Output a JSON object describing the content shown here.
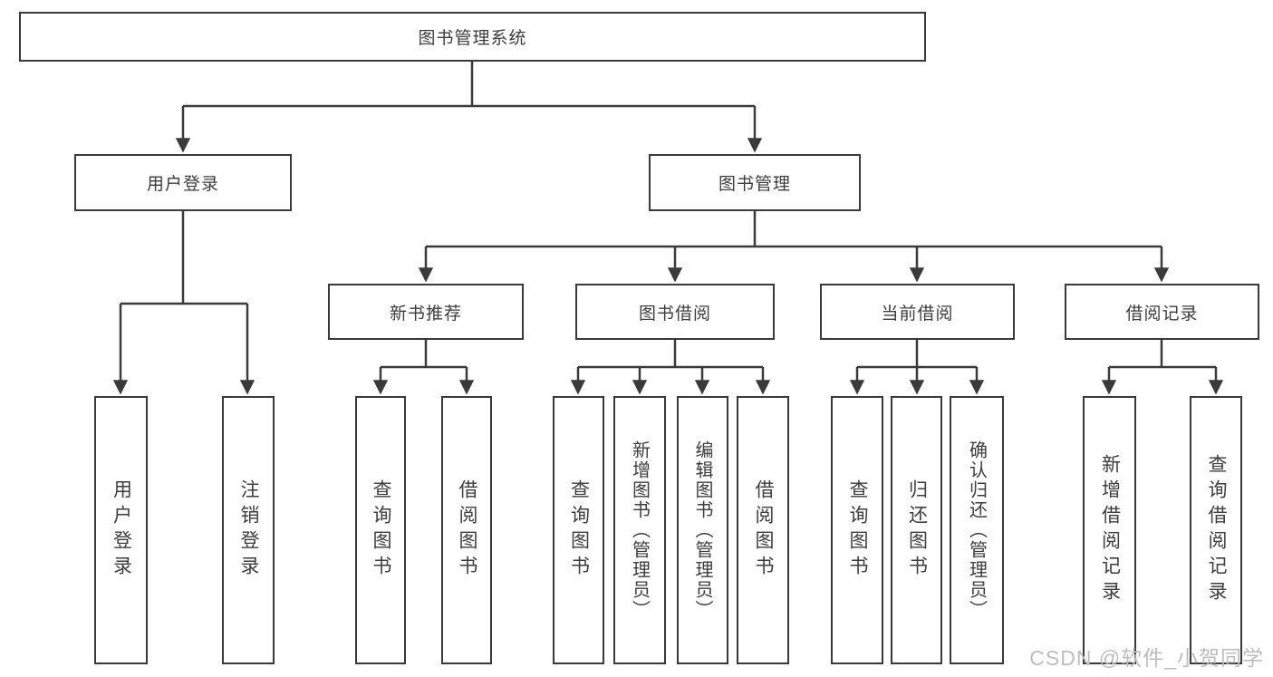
{
  "diagram": {
    "root_label": "图书管理系统",
    "level2": [
      "用户登录",
      "图书管理"
    ],
    "level3": [
      "新书推荐",
      "图书借阅",
      "当前借阅",
      "借阅记录"
    ],
    "leaves_login": [
      "用户登录",
      "注销登录"
    ],
    "leaves_newbook": [
      "查询图书",
      "借阅图书"
    ],
    "leaves_borrow": [
      "查询图书",
      "新增图书（管理员）",
      "编辑图书（管理员）",
      "借阅图书"
    ],
    "leaves_current": [
      "查询图书",
      "归还图书",
      "确认归还（管理员）"
    ],
    "leaves_records": [
      "新增借阅记录",
      "查询借阅记录"
    ]
  },
  "watermark": {
    "text": "CSDN @软件_小贺同学"
  },
  "colors": {
    "line": "#3a3a3a",
    "box_border": "#3a3a3a",
    "text": "#3d3d3d",
    "watermark": "#bdbdbd",
    "background": "#ffffff"
  }
}
